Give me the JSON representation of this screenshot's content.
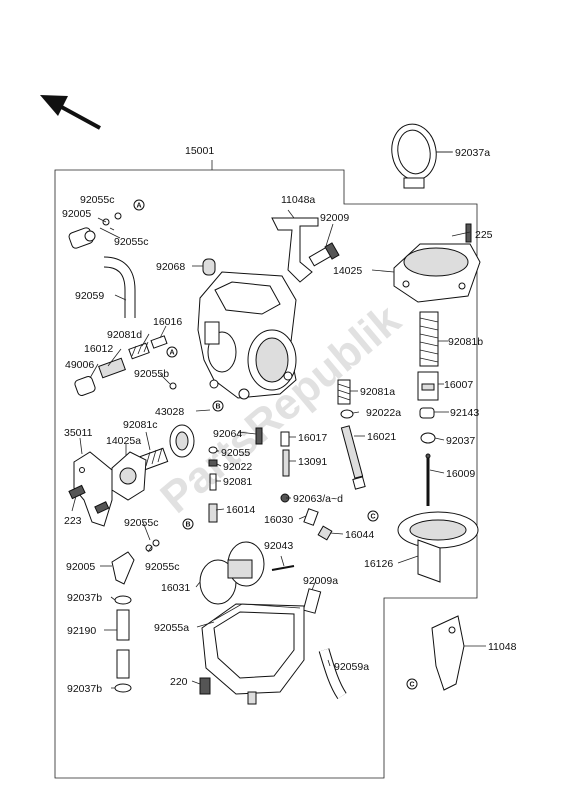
{
  "watermark": "PartsRepublik",
  "frame_ref": "15001",
  "callouts": {
    "A": "A",
    "B": "B",
    "C": "C"
  },
  "labels": [
    {
      "id": "15001",
      "text": "15001"
    },
    {
      "id": "92037a",
      "text": "92037a"
    },
    {
      "id": "92055c_1",
      "text": "92055c"
    },
    {
      "id": "92005_1",
      "text": "92005"
    },
    {
      "id": "92055c_2",
      "text": "92055c"
    },
    {
      "id": "11048a",
      "text": "11048a"
    },
    {
      "id": "92009",
      "text": "92009"
    },
    {
      "id": "225",
      "text": "225"
    },
    {
      "id": "92068",
      "text": "92068"
    },
    {
      "id": "14025",
      "text": "14025"
    },
    {
      "id": "92059",
      "text": "92059"
    },
    {
      "id": "16016",
      "text": "16016"
    },
    {
      "id": "92081d",
      "text": "92081d"
    },
    {
      "id": "16012",
      "text": "16012"
    },
    {
      "id": "92081b",
      "text": "92081b"
    },
    {
      "id": "49006",
      "text": "49006"
    },
    {
      "id": "92055b",
      "text": "92055b"
    },
    {
      "id": "16007",
      "text": "16007"
    },
    {
      "id": "92081a",
      "text": "92081a"
    },
    {
      "id": "43028",
      "text": "43028"
    },
    {
      "id": "92022a",
      "text": "92022a"
    },
    {
      "id": "92143",
      "text": "92143"
    },
    {
      "id": "35011",
      "text": "35011"
    },
    {
      "id": "92081c",
      "text": "92081c"
    },
    {
      "id": "92064",
      "text": "92064"
    },
    {
      "id": "16017",
      "text": "16017"
    },
    {
      "id": "16021",
      "text": "16021"
    },
    {
      "id": "92037",
      "text": "92037"
    },
    {
      "id": "14025a",
      "text": "14025a"
    },
    {
      "id": "92055",
      "text": "92055"
    },
    {
      "id": "92022",
      "text": "92022"
    },
    {
      "id": "13091",
      "text": "13091"
    },
    {
      "id": "16009",
      "text": "16009"
    },
    {
      "id": "92081",
      "text": "92081"
    },
    {
      "id": "92063",
      "text": "92063/a~d"
    },
    {
      "id": "223",
      "text": "223"
    },
    {
      "id": "16014",
      "text": "16014"
    },
    {
      "id": "16030",
      "text": "16030"
    },
    {
      "id": "16044",
      "text": "16044"
    },
    {
      "id": "92055c_3",
      "text": "92055c"
    },
    {
      "id": "92005_2",
      "text": "92005"
    },
    {
      "id": "92055c_4",
      "text": "92055c"
    },
    {
      "id": "92043",
      "text": "92043"
    },
    {
      "id": "16126",
      "text": "16126"
    },
    {
      "id": "16031",
      "text": "16031"
    },
    {
      "id": "92009a",
      "text": "92009a"
    },
    {
      "id": "92037b_1",
      "text": "92037b"
    },
    {
      "id": "92055a",
      "text": "92055a"
    },
    {
      "id": "11048",
      "text": "11048"
    },
    {
      "id": "92190",
      "text": "92190"
    },
    {
      "id": "220",
      "text": "220"
    },
    {
      "id": "92059a",
      "text": "92059a"
    },
    {
      "id": "92037b_2",
      "text": "92037b"
    }
  ]
}
